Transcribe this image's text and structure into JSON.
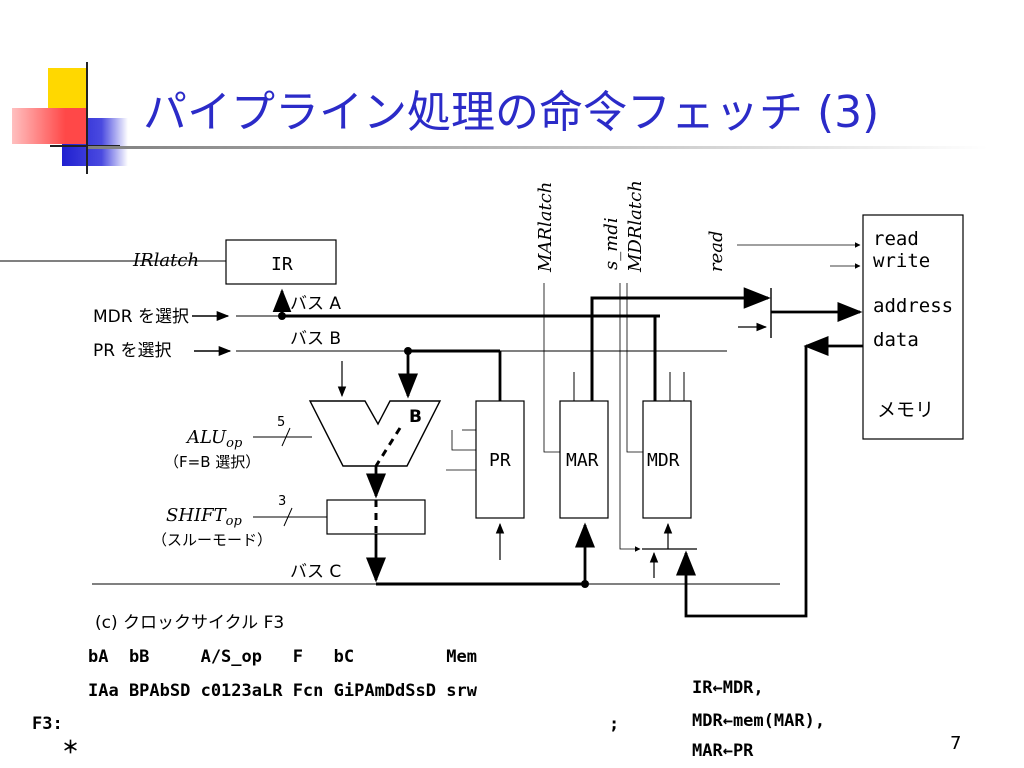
{
  "slide": {
    "title": "パイプライン処理の命令フェッチ (3)",
    "page_number": "7"
  },
  "diagram": {
    "registers": {
      "ir": "IR",
      "pr": "PR",
      "mar": "MAR",
      "mdr": "MDR"
    },
    "memory": {
      "read": "read",
      "write": "write",
      "address": "address",
      "data": "data",
      "name": "メモリ"
    },
    "buses": {
      "a": "バス A",
      "b": "バス B",
      "c": "バス C"
    },
    "inputs": {
      "mdr_select": "MDR を選択",
      "pr_select": "PR を選択"
    },
    "alu": {
      "b_label": "B",
      "op_width": "5",
      "op_name": "ALU",
      "op_sub": "op",
      "note": "（F=B 選択）"
    },
    "shifter": {
      "op_width": "3",
      "op_name": "SHIFT",
      "op_sub": "op",
      "note": "（スルーモード）"
    },
    "signals": {
      "irlatch": "IRlatch",
      "marlatch": "MARlatch",
      "s_mdi": "s_mdi",
      "mdrlatch": "MDRlatch",
      "read": "read"
    }
  },
  "caption": "(c) クロックサイクル F3",
  "code": {
    "header": "bA  bB     A/S_op   F   bC         Mem",
    "fields": "IAa BPAbSD c0123aLR Fcn GiPAmDdSsD srw",
    "row_label": "F3:",
    "semicolon": ";",
    "star": "＊"
  },
  "transfers": [
    "IR←MDR,",
    "MDR←mem(MAR),",
    "MAR←PR"
  ],
  "colors": {
    "title": "#2b2bc8",
    "logo_yellow": "#ffd800",
    "logo_red": "#ff4848",
    "logo_blue": "#2020d0"
  }
}
